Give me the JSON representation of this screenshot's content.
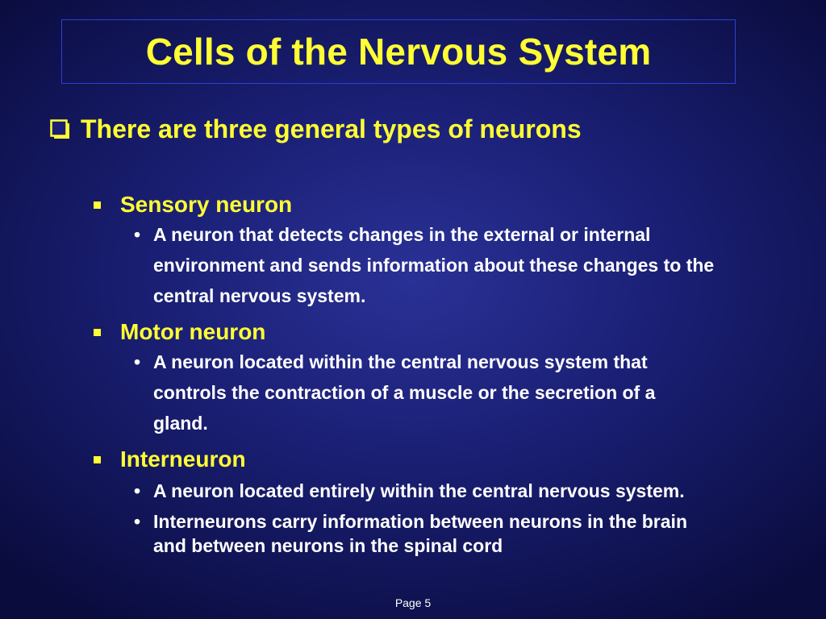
{
  "slide": {
    "title": "Cells of the Nervous System",
    "main_point": "There are three general types of neurons",
    "sections": [
      {
        "heading": "Sensory neuron",
        "details": [
          "A neuron that detects changes in the external or internal environment and sends information about these changes to the central nervous system."
        ]
      },
      {
        "heading": "Motor neuron",
        "details": [
          "A neuron located within the central nervous system that controls the contraction of a muscle or the secretion of a gland."
        ]
      },
      {
        "heading": "Interneuron",
        "details": [
          "A neuron located entirely within the central nervous system.",
          "Interneurons carry information between neurons in the brain and between neurons in the spinal cord"
        ]
      }
    ],
    "footer": "Page 5"
  },
  "colors": {
    "accent_yellow": "#ffff33",
    "title_border": "#2f3fd6",
    "background": "#1a1f74"
  },
  "icons": {
    "main_bullet": "hollow-square-shadow-icon",
    "section_bullet": "filled-square-icon",
    "detail_bullet": "dot-icon"
  }
}
